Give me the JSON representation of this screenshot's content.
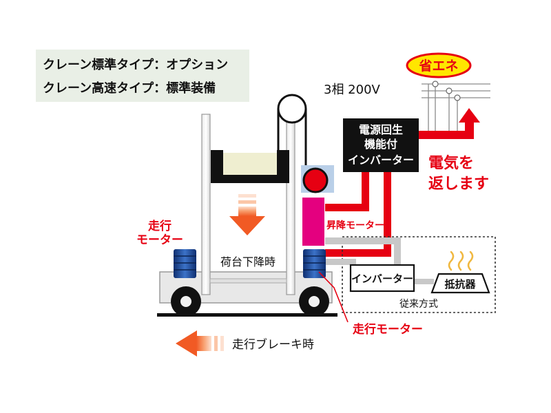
{
  "info_box": {
    "line1": "クレーン標準タイプ：オプション",
    "line2": "クレーン高速タイプ：標準装備"
  },
  "badge": {
    "label": "省エネ"
  },
  "power_supply": {
    "label": "3相  200V"
  },
  "regen_inverter": {
    "line1": "電源回生",
    "line2": "機能付",
    "line3": "インバーター"
  },
  "return_power": {
    "line1": "電気を",
    "line2": "返します"
  },
  "hoist_motor": {
    "label": "昇降モーター"
  },
  "travel_motor_left": {
    "line1": "走行",
    "line2": "モーター"
  },
  "travel_motor_right": {
    "label": "走行モーター"
  },
  "lowering": {
    "label": "荷台下降時"
  },
  "braking": {
    "label": "走行ブレーキ時"
  },
  "conventional": {
    "inverter_label": "インバーター",
    "resistor_label": "抵抗器",
    "caption": "従来方式"
  },
  "colors": {
    "accent_red": "#e60012",
    "arrow_orange": "#f15a24",
    "badge_yellow": "#ffe600",
    "motor_blue": "#1d4fa0",
    "hoist_magenta": "#e4007f",
    "info_bg": "#e9efe6",
    "frame_gray": "#9a9a9a"
  }
}
